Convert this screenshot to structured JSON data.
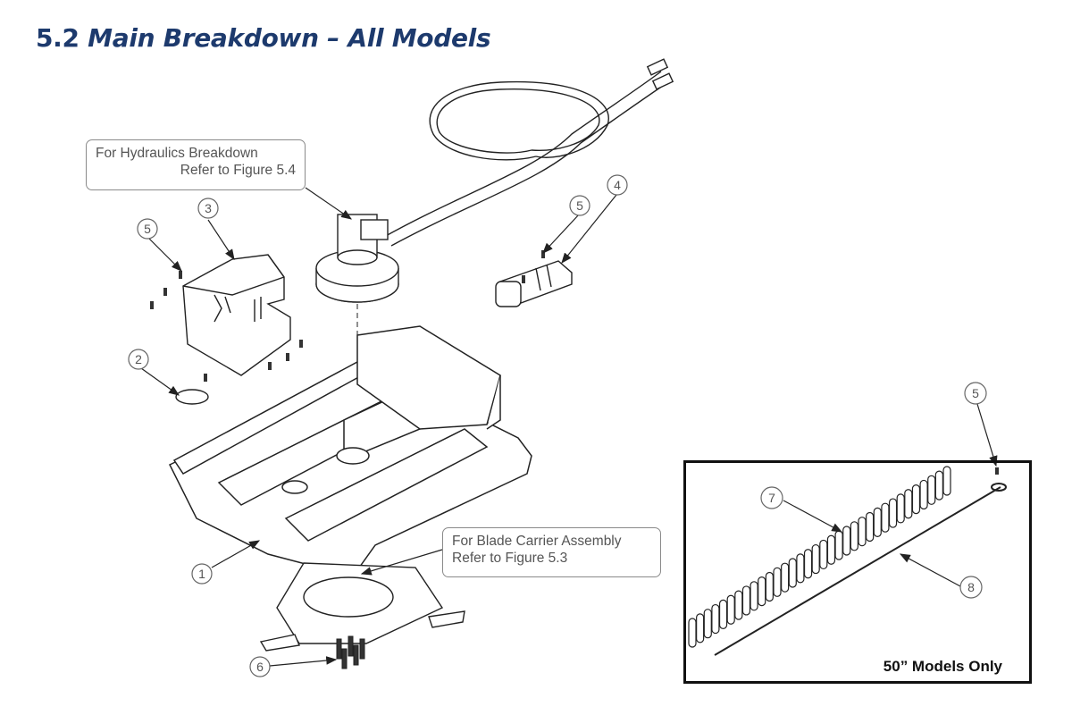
{
  "heading": {
    "number": "5.2",
    "title": "Main Breakdown – All Models"
  },
  "callouts": {
    "hydraulics": {
      "line1": "For Hydraulics Breakdown",
      "line2": "Refer to Figure 5.4"
    },
    "blade_carrier": {
      "line1": "For Blade Carrier Assembly",
      "line2": "Refer to Figure 5.3"
    }
  },
  "inset": {
    "label": "50” Models Only"
  },
  "item_numbers": {
    "deck": "1",
    "cover_plate": "2",
    "motor_guard": "3",
    "valve": "4",
    "bolt_guard": "5",
    "bolt_valve": "5",
    "bolt_inset": "5",
    "blade_bolts": "6",
    "chain_links": "7",
    "rod": "8"
  }
}
